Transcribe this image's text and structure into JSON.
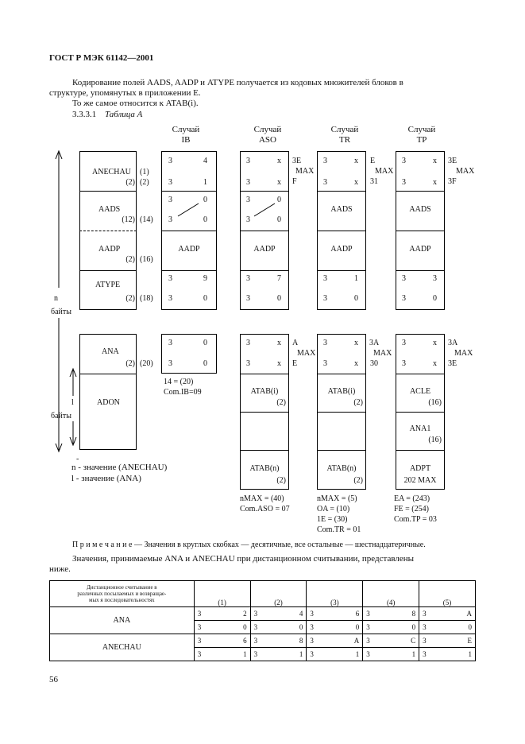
{
  "header": {
    "title": "ГОСТ Р МЭК 61142—2001"
  },
  "intro": {
    "line1": "Кодирование полей AADS, AADP и ATYPE получается из кодовых множителей блоков в",
    "line2": "структуре, упомянутых в приложении Е.",
    "line3": "То же самое относится к ATAB(i).",
    "section_num": "3.3.3.1",
    "section_title": "Таблица А"
  },
  "cases": {
    "ib": [
      "Случай",
      "IB"
    ],
    "aso": [
      "Случай",
      "ASO"
    ],
    "tr": [
      "Случай",
      "TR"
    ],
    "tp": [
      "Случай",
      "TP"
    ]
  },
  "left": {
    "anechau": "ANECHAU",
    "n1": "(1)",
    "n2a": "(2)",
    "n2b": "(2)",
    "aads": "AADS",
    "n12": "(12)",
    "n14": "(14)",
    "aadp": "AADP",
    "n2c": "(2)",
    "n16": "(16)",
    "atype": "ATYPE",
    "n2d": "(2)",
    "n18": "(18)",
    "n": "n",
    "bytes": "байты",
    "ana": "ANA",
    "n2e": "(2)",
    "n20": "(20)",
    "l": "l",
    "bytes2": "байты",
    "adon": "ADON",
    "dash": "-",
    "leg1": "n - значение (ANECHAU)",
    "leg2": "l - значение (ANA)"
  },
  "ib": {
    "r1": [
      "3",
      "4"
    ],
    "r2": [
      "3",
      "1"
    ],
    "r3": [
      "3",
      "0"
    ],
    "r4": [
      "3",
      "0"
    ],
    "aadp": "AADP",
    "r5": [
      "3",
      "9"
    ],
    "r6": [
      "3",
      "0"
    ],
    "r7": [
      "3",
      "0"
    ],
    "r8": [
      "3",
      "0"
    ],
    "note1": "14 = (20)",
    "note2": "Com.IB=09"
  },
  "aso": {
    "r1": [
      "3",
      "x"
    ],
    "r2": [
      "3",
      "x"
    ],
    "side1": [
      "3E",
      "MAX",
      "F"
    ],
    "r3": [
      "3",
      "0"
    ],
    "r4": [
      "3",
      "0"
    ],
    "aadp": "AADP",
    "r5": [
      "3",
      "7"
    ],
    "r6": [
      "3",
      "0"
    ],
    "r7": [
      "3",
      "x"
    ],
    "r8": [
      "3",
      "x"
    ],
    "side2": [
      "A",
      "MAX",
      "E"
    ],
    "atabi": "ATAB(i)",
    "atabi_n": "(2)",
    "atabn": "ATAB(n)",
    "atabn_n": "(2)",
    "note1": "nMAX = (40)",
    "note2": "Com.ASO = 07"
  },
  "tr": {
    "r1": [
      "3",
      "x"
    ],
    "r2": [
      "3",
      "x"
    ],
    "side1": [
      "E",
      "MAX",
      "31"
    ],
    "aads": "AADS",
    "aadp": "AADP",
    "r5": [
      "3",
      "1"
    ],
    "r6": [
      "3",
      "0"
    ],
    "r7": [
      "3",
      "x"
    ],
    "r8": [
      "3",
      "x"
    ],
    "side2": [
      "3A",
      "MAX",
      "30"
    ],
    "atabi": "ATAB(i)",
    "atabi_n": "(2)",
    "atabn": "ATAB(n)",
    "atabn_n": "(2)",
    "note1": "nMAX = (5)",
    "note2": "OA = (10)",
    "note3": "1E = (30)",
    "note4": "Com.TR = 01"
  },
  "tp": {
    "r1": [
      "3",
      "x"
    ],
    "r2": [
      "3",
      "x"
    ],
    "side1": [
      "3E",
      "MAX",
      "3F"
    ],
    "aads": "AADS",
    "aadp": "AADP",
    "r5": [
      "3",
      "3"
    ],
    "r6": [
      "3",
      "0"
    ],
    "r7": [
      "3",
      "x"
    ],
    "r8": [
      "3",
      "x"
    ],
    "side2": [
      "3A",
      "MAX",
      "3E"
    ],
    "acle": "ACLE",
    "acle_n": "(16)",
    "ana1": "ANA1",
    "ana1_n": "(16)",
    "adpt": "ADPT",
    "adpt_n": "202 MAX",
    "note1": "EA = (243)",
    "note2": "FE = (254)",
    "note3": "Com.TP = 03"
  },
  "note": {
    "label": "П р и м е ч а н и е",
    "text": "— Значения в круглых скобках — десятичные, все остальные — шестнадцатеричные."
  },
  "para": {
    "line1": "Значения, принимаемые ANA и ANECHAU при дистанционном считывании, представлены",
    "line2": "ниже."
  },
  "table": {
    "head_l1": "Дистанционное считывание в",
    "head_l2": "различных посылаемых и возвращае-",
    "head_l3": "мых я последовательностях",
    "cols": [
      "(1)",
      "(2)",
      "(3)",
      "(4)",
      "(5)"
    ],
    "rows": [
      {
        "label": "ANA",
        "top": [
          [
            "3",
            "2"
          ],
          [
            "3",
            "4"
          ],
          [
            "3",
            "6"
          ],
          [
            "3",
            "8"
          ],
          [
            "3",
            "A"
          ]
        ],
        "bot": [
          [
            "3",
            "0"
          ],
          [
            "3",
            "0"
          ],
          [
            "3",
            "0"
          ],
          [
            "3",
            "0"
          ],
          [
            "3",
            "0"
          ]
        ]
      },
      {
        "label": "ANECHAU",
        "top": [
          [
            "3",
            "6"
          ],
          [
            "3",
            "8"
          ],
          [
            "3",
            "A"
          ],
          [
            "3",
            "C"
          ],
          [
            "3",
            "E"
          ]
        ],
        "bot": [
          [
            "3",
            "1"
          ],
          [
            "3",
            "1"
          ],
          [
            "3",
            "1"
          ],
          [
            "3",
            "1"
          ],
          [
            "3",
            "1"
          ]
        ]
      }
    ]
  },
  "footer": {
    "page": "56"
  }
}
